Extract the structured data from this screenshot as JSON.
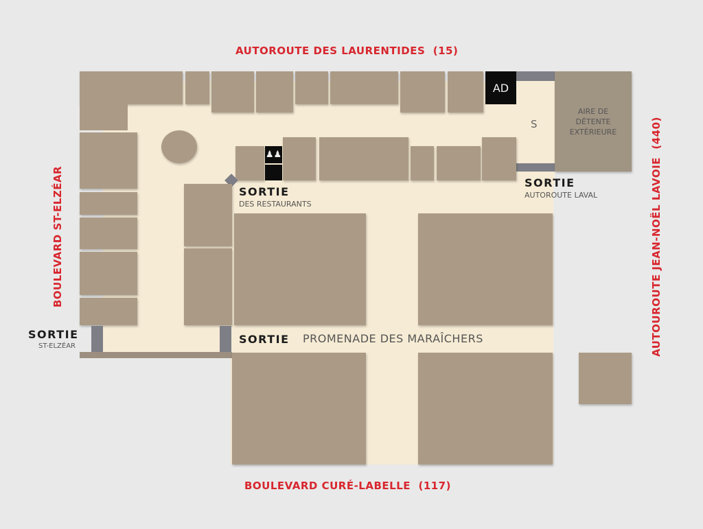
{
  "roads": {
    "north": "AUTOROUTE DES LAURENTIDES  (15)",
    "south": "BOULEVARD CURÉ-LABELLE  (117)",
    "west": "BOULEVARD ST-ELZÉAR",
    "east": "AUTOUROUTE JEAN-NOËL LAVOIE  (440)"
  },
  "exits": {
    "restaurants": {
      "label": "SORTIE",
      "sub": "DES RESTAURANTS"
    },
    "laval": {
      "label": "SORTIE",
      "sub": "AUTOROUTE LAVAL"
    },
    "elzear": {
      "label": "SORTIE",
      "sub": "ST-ELZÉAR"
    },
    "maraichers": {
      "label": "SORTIE",
      "sub": "PROMENADE DES MARAÎCHERS"
    }
  },
  "markers": {
    "ad": "AD",
    "s": "S",
    "restroom_icon": "restroom-icon"
  },
  "areas": {
    "outdoor": "AIRE DE DÉTENTE EXTÉRIEURE"
  },
  "colors": {
    "road": "#d8262e",
    "store": "#ab9b86",
    "corridor": "#f6ebd4",
    "exit": "#7d7e86"
  }
}
